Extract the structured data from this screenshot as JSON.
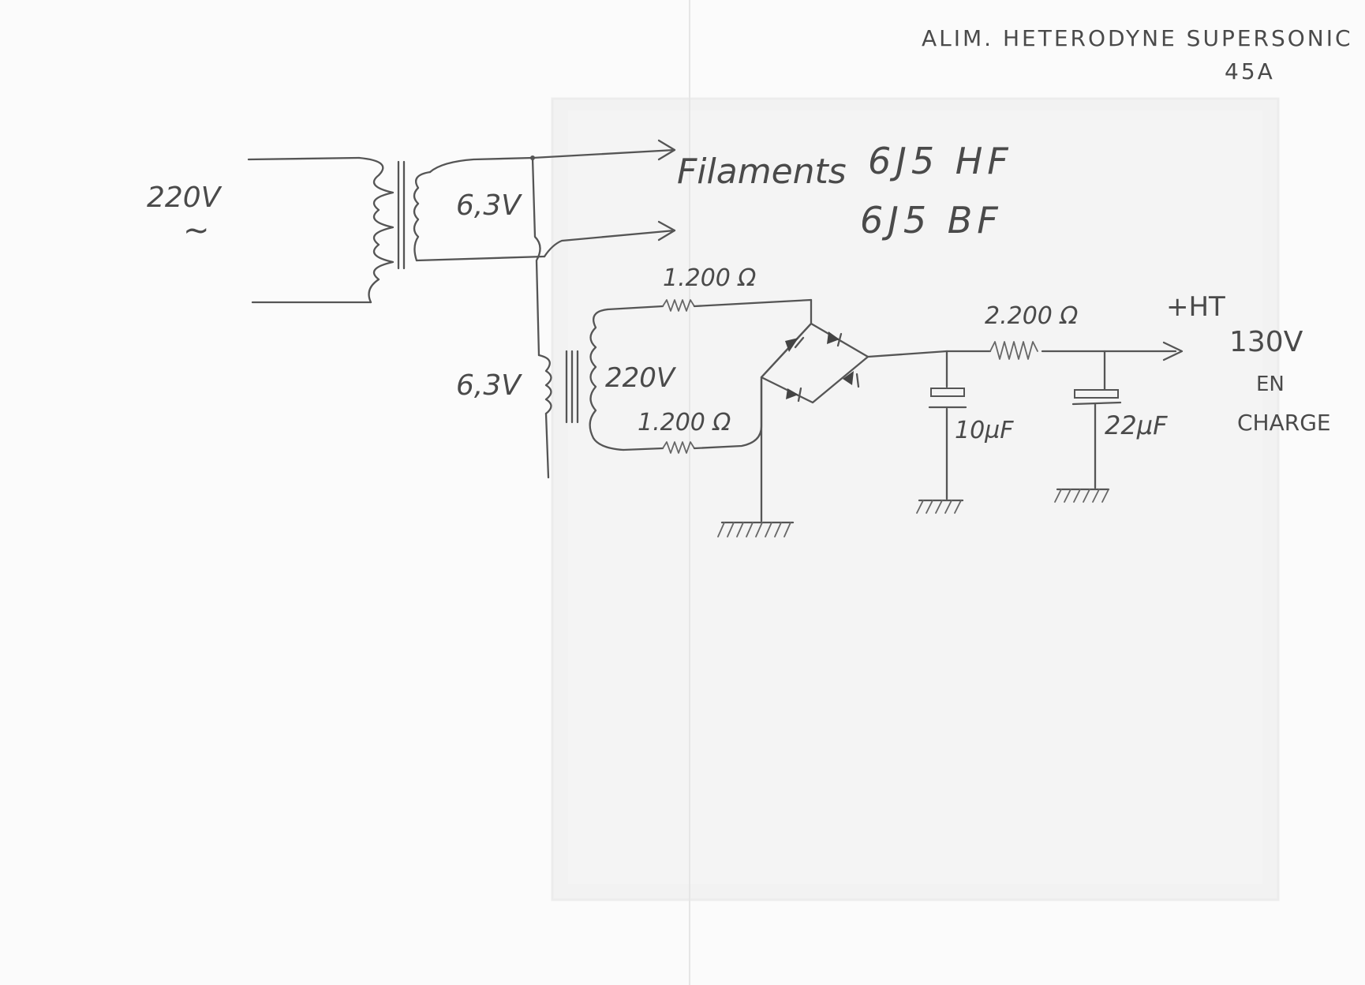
{
  "title": {
    "line1": "ALIM. HETERODYNE SUPERSONIC",
    "line2": "45A"
  },
  "labels": {
    "mains_voltage": "220V",
    "mains_symbol": "~",
    "transformer1_secondary": "6,3V",
    "filaments_label": "Filaments",
    "tube_hf": "6J5 HF",
    "tube_bf": "6J5 BF",
    "resistor_top": "1.200 Ω",
    "resistor_bottom": "1.200 Ω",
    "transformer2_primary": "6,3V",
    "transformer2_secondary": "220V",
    "resistor_filter": "2.200 Ω",
    "output_plus": "+HT",
    "output_voltage": "130V",
    "output_en": "EN",
    "output_charge": "CHARGE",
    "cap1": "10µF",
    "cap2": "22µF"
  },
  "colors": {
    "paper": "#fbfbfb",
    "pencil": "#555555",
    "ghost": "#ececec"
  }
}
